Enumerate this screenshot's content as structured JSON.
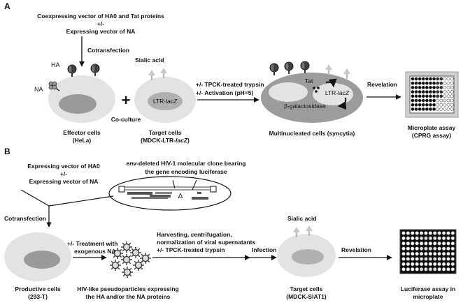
{
  "panelA": {
    "letter": "A",
    "top_line1": "Coexpressing vector of HA0 and Tat proteins",
    "top_line2": "+/-",
    "top_line3": "Expressing vector of NA",
    "cotransfection": "Cotransfection",
    "ha": "HA",
    "na": "NA",
    "sialic_acid": "Sialic acid",
    "plus": "+",
    "ltr_prefix": "LTR-",
    "ltr_gene": "lacZ",
    "coculture": "Co-culture",
    "trypsin": "+/- TPCK-treated trypsin",
    "activation": "+/- Activation (pH=5)",
    "tat": "Tat",
    "beta_gal": "β-galactosidase",
    "revelation": "Revelation",
    "effector_1": "Effector cells",
    "effector_2": "(HeLa)",
    "target_1": "Target cells",
    "target_2_prefix": "(MDCK-LTR-",
    "target_2_gene": "lacZ",
    "target_2_suffix": ")",
    "multi": "Multinucleated cells (syncytia)",
    "micro_1": "Microplate assay",
    "micro_2": "(CPRG assay)"
  },
  "panelB": {
    "letter": "B",
    "vec_line1": "Expressing vector of HA0",
    "vec_line2": "+/-",
    "vec_line3": "Expressing vector of NA",
    "clone_line1_gene": "env",
    "clone_line1_rest": "-deleted HIV-1 molecular clone bearing",
    "clone_line2": "the gene encoding luciferase",
    "delta": "Δ",
    "cotransfection": "Cotransfection",
    "treat_1": "+/- Treatment with",
    "treat_2": "exogenous NA",
    "harvest_1": "Harvesting, centrifugation,",
    "harvest_2": "normalization of viral supernatants",
    "harvest_3": "+/- TPCK-treated trypsin",
    "infection": "Infection",
    "sialic_acid": "Sialic acid",
    "revelation": "Revelation",
    "prod_1": "Productive cells",
    "prod_2": "(293-T)",
    "hiv_1": "HIV-like pseudoparticles expressing",
    "hiv_2": "the HA and/or the NA proteins",
    "target_1": "Target cells",
    "target_2": "(MDCK-SIAT1)",
    "luc_1": "Luciferase assay in",
    "luc_2": "microplate"
  }
}
